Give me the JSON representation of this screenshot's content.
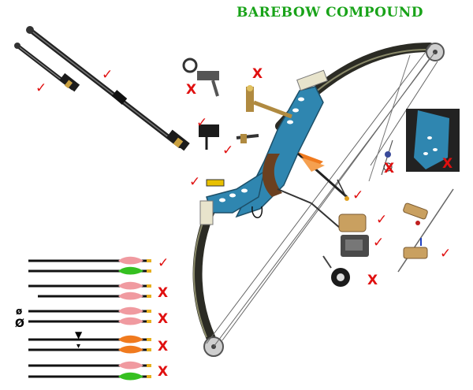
{
  "title": "BAREBOW COMPOUND",
  "glyphs": {
    "check": "✓",
    "cross": "X"
  },
  "colors": {
    "title_green": "#19a319",
    "mark_red": "#e01010",
    "riser_blue": "#2f86b0",
    "limb_dark": "#2b2b24",
    "arrow_orange": "#f07a1e",
    "fletch_green": "#35c020",
    "fletch_pink": "#f09aa0",
    "tan": "#c9a060"
  },
  "stabilizers": {
    "short": {
      "mark": "check",
      "icon": "short-stabilizer-icon"
    },
    "long": {
      "mark": "check",
      "icon": "long-stabilizer-icon"
    }
  },
  "accessories": {
    "peep_sight": {
      "mark": "cross",
      "icon": "peep-sight-icon"
    },
    "pin_sight": {
      "mark": "cross",
      "icon": "pin-sight-icon"
    },
    "arrow_rest": {
      "mark": "check",
      "icon": "arrow-rest-icon"
    },
    "plunger": {
      "mark": "check",
      "icon": "plunger-icon"
    },
    "level": {
      "mark": "check",
      "icon": "level-icon"
    },
    "kisser": {
      "mark": "cross",
      "icon": "kisser-button-icon"
    },
    "cam_detail": {
      "mark": "cross",
      "icon": "riser-cam-detail-icon"
    },
    "clicker": {
      "mark": "check",
      "icon": "clicker-icon"
    },
    "finger_tab": {
      "mark": "check",
      "icon": "finger-tab-icon"
    },
    "caliper_release": {
      "mark": "cross",
      "icon": "caliper-release-icon"
    },
    "hand_release": {
      "mark": "check",
      "icon": "hand-release-icon"
    }
  },
  "arrow_groups": [
    {
      "mark": "check",
      "symbols": [
        "",
        ""
      ],
      "arrows": [
        {
          "fletch": "pink",
          "offset": 0
        },
        {
          "fletch": "green",
          "offset": 0
        }
      ]
    },
    {
      "mark": "cross",
      "symbols": [
        "",
        ""
      ],
      "arrows": [
        {
          "fletch": "pink",
          "offset": 0
        },
        {
          "fletch": "pink",
          "offset": 12
        }
      ]
    },
    {
      "mark": "cross",
      "symbols": [
        "ø",
        "Ø"
      ],
      "arrows": [
        {
          "fletch": "pink",
          "offset": 0
        },
        {
          "fletch": "pink",
          "offset": 0
        }
      ]
    },
    {
      "mark": "cross",
      "symbols": [
        "▼",
        "▾"
      ],
      "arrows": [
        {
          "fletch": "orange",
          "offset": 0
        },
        {
          "fletch": "orange",
          "offset": 0
        }
      ]
    },
    {
      "mark": "cross",
      "symbols": [
        "",
        ""
      ],
      "arrows": [
        {
          "fletch": "pink",
          "offset": 0
        },
        {
          "fletch": "green",
          "offset": 0
        }
      ]
    }
  ]
}
